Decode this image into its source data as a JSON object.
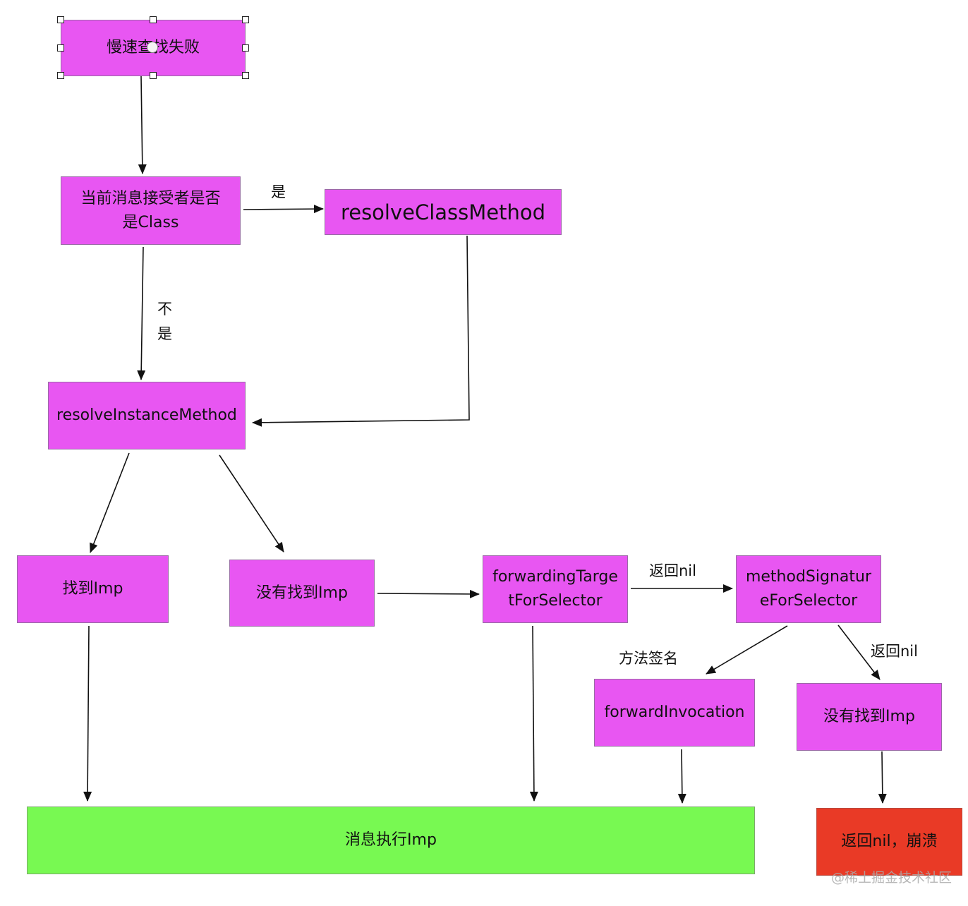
{
  "nodes": {
    "slow_lookup_failed": "慢速查找失败",
    "is_class_line1": "当前消息接受者是否",
    "is_class_line2": "是Class",
    "resolve_class_method": "resolveClassMethod",
    "resolve_instance_method": "resolveInstanceMethod",
    "found_imp": "找到Imp",
    "not_found_imp": "没有找到Imp",
    "forwarding_target_line1": "forwardingTarge",
    "forwarding_target_line2": "tForSelector",
    "method_signature_line1": "methodSignatur",
    "method_signature_line2": "eForSelector",
    "forward_invocation": "forwardInvocation",
    "not_found_imp_2": "没有找到Imp",
    "execute_imp": "消息执行Imp",
    "return_nil_crash": "返回nil，崩溃"
  },
  "edge_labels": {
    "yes": "是",
    "no_line1": "不",
    "no_line2": "是",
    "return_nil_1": "返回nil",
    "method_signature": "方法签名",
    "return_nil_2": "返回nil"
  },
  "watermark": "@稀土掘金技术社区",
  "colors": {
    "process": "#e856f2",
    "success": "#78f952",
    "failure": "#e93a26",
    "arrow": "#111111"
  }
}
